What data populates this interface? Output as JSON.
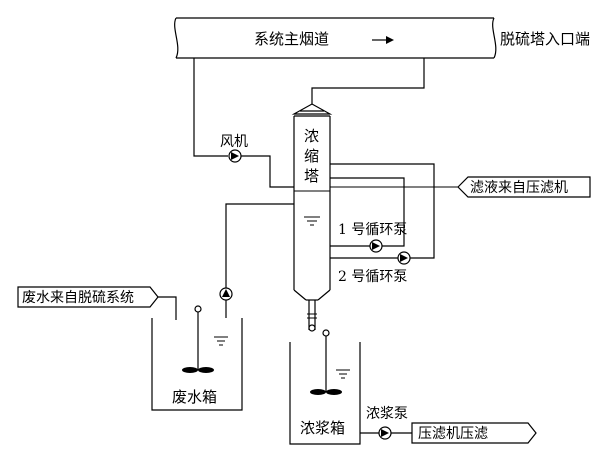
{
  "labels": {
    "main_flue": "系统主烟道",
    "desulf_inlet": "脱硫塔入口端",
    "fan": "风机",
    "conc_tower_1": "浓",
    "conc_tower_2": "缩",
    "conc_tower_3": "塔",
    "filtrate_in": "滤液来自压滤机",
    "pump1": "1 号循环泵",
    "pump2": "2 号循环泵",
    "wastewater_in": "废水来自脱硫系统",
    "waste_tank": "废水箱",
    "slurry_tank": "浓浆箱",
    "slurry_pump": "浓浆泵",
    "filter_press": "压滤机压滤"
  }
}
